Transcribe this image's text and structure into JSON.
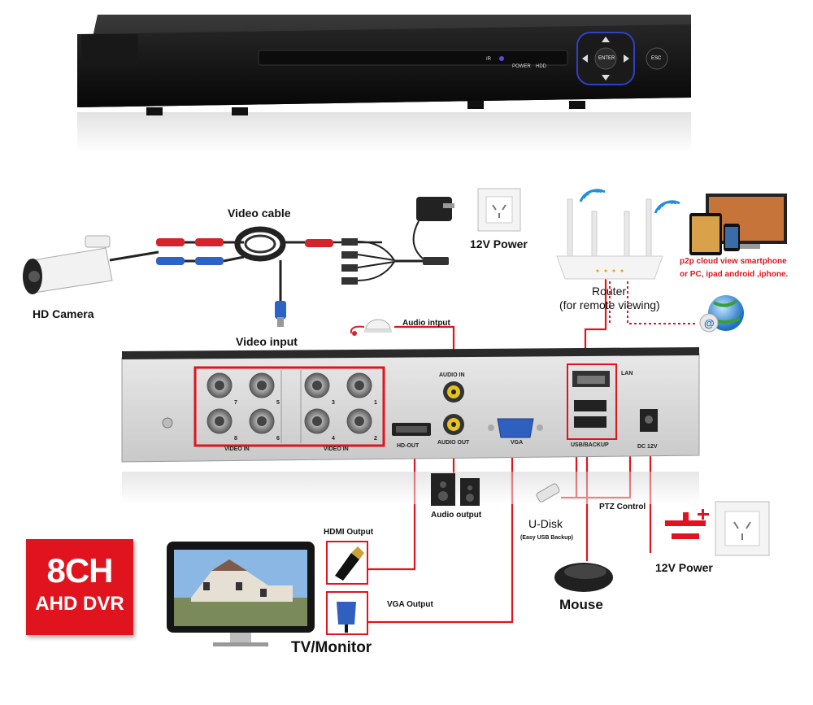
{
  "front_panel": {
    "ir_label": "IR",
    "power_label": "POWER",
    "hdd_label": "HDD",
    "enter_label": "ENTER",
    "esc_label": "ESC"
  },
  "labels": {
    "video_cable": "Video cable",
    "hd_camera": "HD Camera",
    "video_input": "Video input",
    "power_12v_top": "12V Power",
    "router": "Router",
    "router_sub": "(for remote viewing)",
    "p2p_line1": "p2p cloud  view smartphone",
    "p2p_line2": "or PC, ipad android ,iphone.",
    "audio_input": "Audio intput",
    "audio_output": "Audio output",
    "hdmi_output": "HDMI Output",
    "vga_output": "VGA Output",
    "u_disk": "U-Disk",
    "u_disk_sub": "(Easy USB Backup)",
    "ptz_control": "PTZ Control",
    "mouse": "Mouse",
    "power_12v_bottom": "12V Power",
    "tv_monitor": "TV/Monitor"
  },
  "rear_panel": {
    "video_in_left": "VIDEO IN",
    "video_in_right": "VIDEO IN",
    "ch7": "7",
    "ch5": "5",
    "ch8": "8",
    "ch6": "6",
    "ch3": "3",
    "ch1": "1",
    "ch4": "4",
    "ch2": "2",
    "audio_in": "AUDIO IN",
    "audio_out": "AUDIO OUT",
    "hd_out": "HD-OUT",
    "vga": "VGA",
    "lan": "LAN",
    "usb_label": "USB/BACKUP",
    "dc12v": "DC 12V"
  },
  "badge": {
    "line1": "8CH",
    "line2": "AHD DVR",
    "color": "#e0141e"
  },
  "colors": {
    "cable_red": "#e0141e",
    "device_black": "#1c1c1c",
    "panel_gray": "#d8d8d8"
  }
}
